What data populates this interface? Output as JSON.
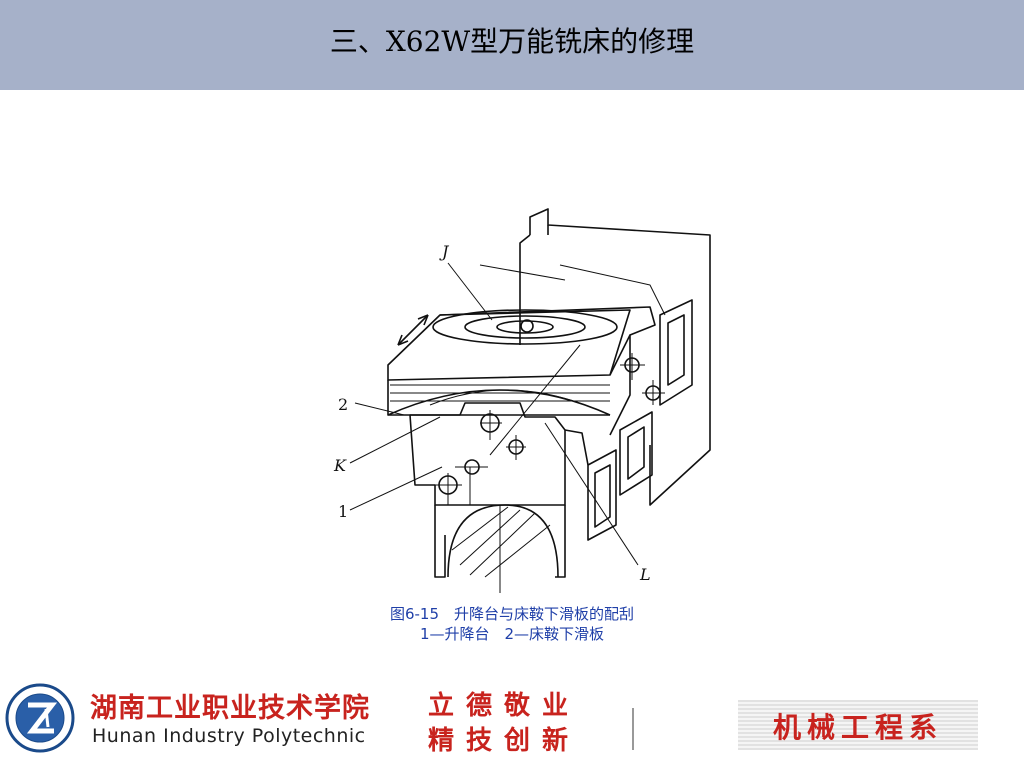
{
  "header": {
    "title": "三、X62W型万能铣床的修理"
  },
  "figure": {
    "labels": {
      "j": "J",
      "two": "2",
      "k": "K",
      "one": "1",
      "l": "L"
    },
    "caption_line1": "图6-15　升降台与床鞍下滑板的配刮",
    "caption_line2": "1—升降台　2—床鞍下滑板"
  },
  "footer": {
    "school_cn": "湖南工业职业技术学院",
    "school_en": "Hunan Industry Polytechnic",
    "motto_line1": "立德敬业",
    "motto_line2": "精技创新",
    "department": "机械工程系"
  },
  "colors": {
    "header_bg": "#a6b1c9",
    "caption": "#1f3fa8",
    "brand_red": "#c8231e"
  }
}
